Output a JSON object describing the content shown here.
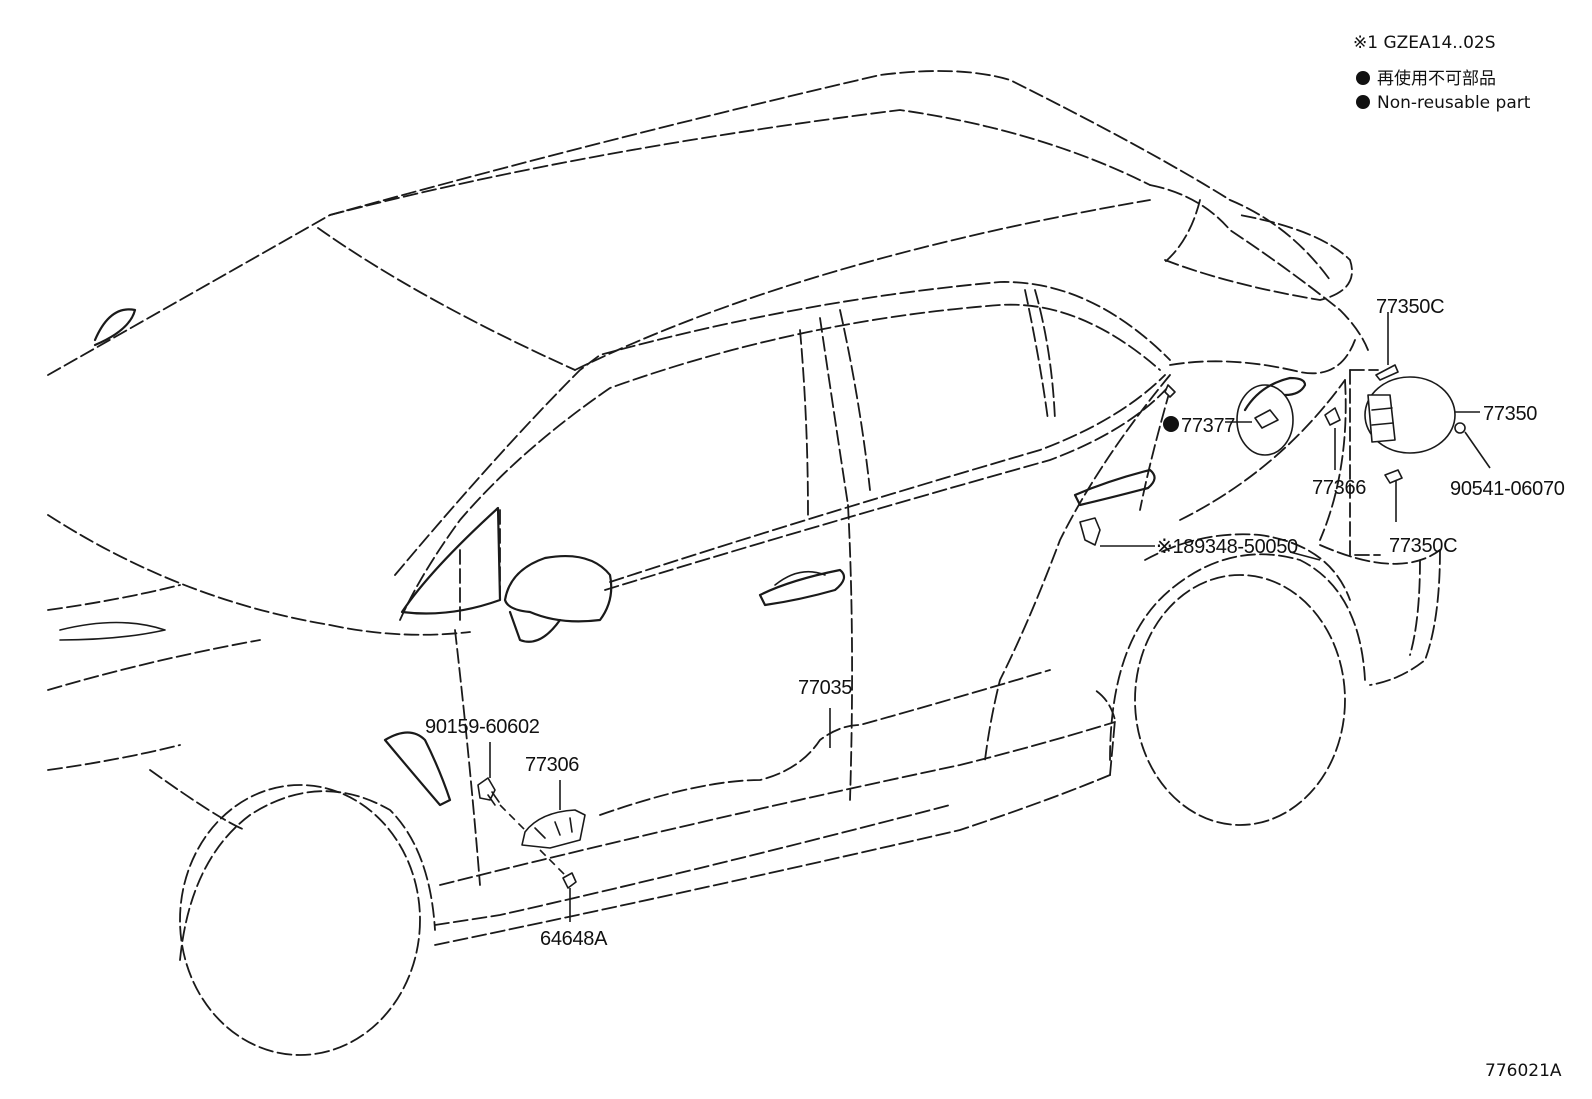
{
  "diagram_id": "776021A",
  "note": "※1 GZEA14..02S",
  "legend": [
    {
      "symbol": "filled-circle",
      "text": "再使用不可部品"
    },
    {
      "symbol": "filled-circle",
      "text": "Non-reusable part"
    }
  ],
  "parts": [
    {
      "id": "p77350c_top",
      "text": "77350C"
    },
    {
      "id": "p77350",
      "text": "77350"
    },
    {
      "id": "p77377",
      "text": "77377",
      "non_reusable": true
    },
    {
      "id": "p77366",
      "text": "77366"
    },
    {
      "id": "p90541",
      "text": "90541-06070"
    },
    {
      "id": "p77350c_bottom",
      "text": "77350C"
    },
    {
      "id": "p89348",
      "text": "※189348-50050"
    },
    {
      "id": "p77035",
      "text": "77035"
    },
    {
      "id": "p90159",
      "text": "90159-60602"
    },
    {
      "id": "p77306",
      "text": "77306"
    },
    {
      "id": "p64648a",
      "text": "64648A"
    }
  ]
}
